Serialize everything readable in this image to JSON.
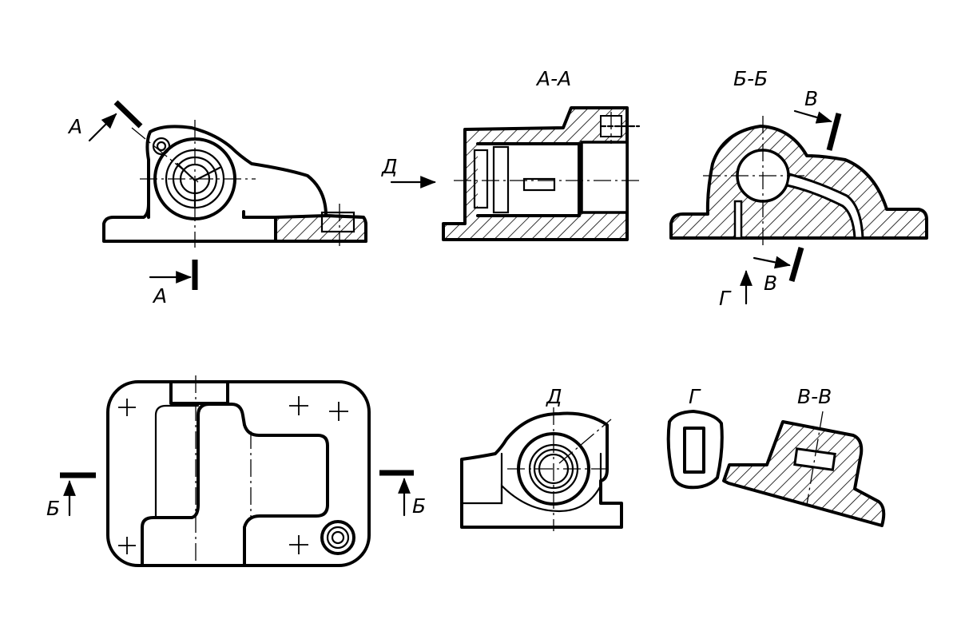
{
  "labels": {
    "a_left": "А",
    "a_bottom": "А",
    "d_arrow": "Д",
    "v_top": "В",
    "v_bottom": "В",
    "g_arrow": "Г",
    "b_left": "Б",
    "b_right": "Б"
  },
  "titles": {
    "section_aa": "А-А",
    "section_bb": "Б-Б",
    "view_d": "Д",
    "view_g": "Г",
    "section_vv": "В-В"
  }
}
